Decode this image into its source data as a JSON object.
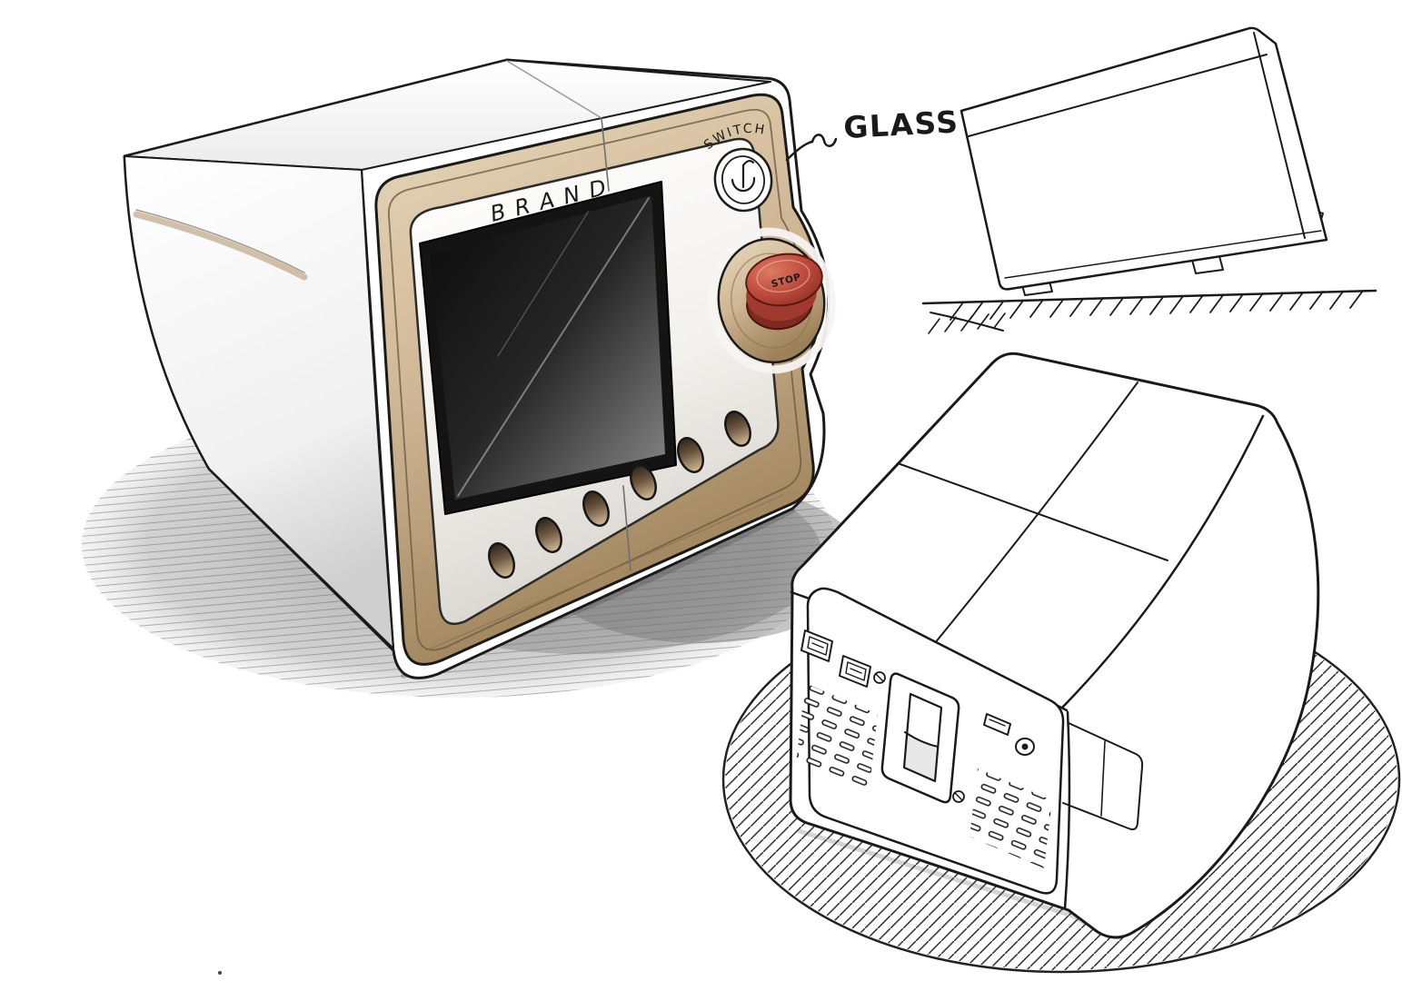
{
  "sketch": {
    "device": {
      "brand": "BRAND",
      "switch": "SWITCH",
      "stop": "STOP"
    },
    "annotations": {
      "glass": "GLASS"
    },
    "colors": {
      "ink": "#1a1a1a",
      "bezel_tan": "#cfb694",
      "bezel_tan_dark": "#9c8158",
      "stop_red": "#bf4a3d",
      "stop_red_dark": "#7e2a22",
      "screen_dark": "#0a0a0a",
      "screen_light": "#8c8c8c",
      "shadow_gray": "#8f8f8f"
    }
  }
}
